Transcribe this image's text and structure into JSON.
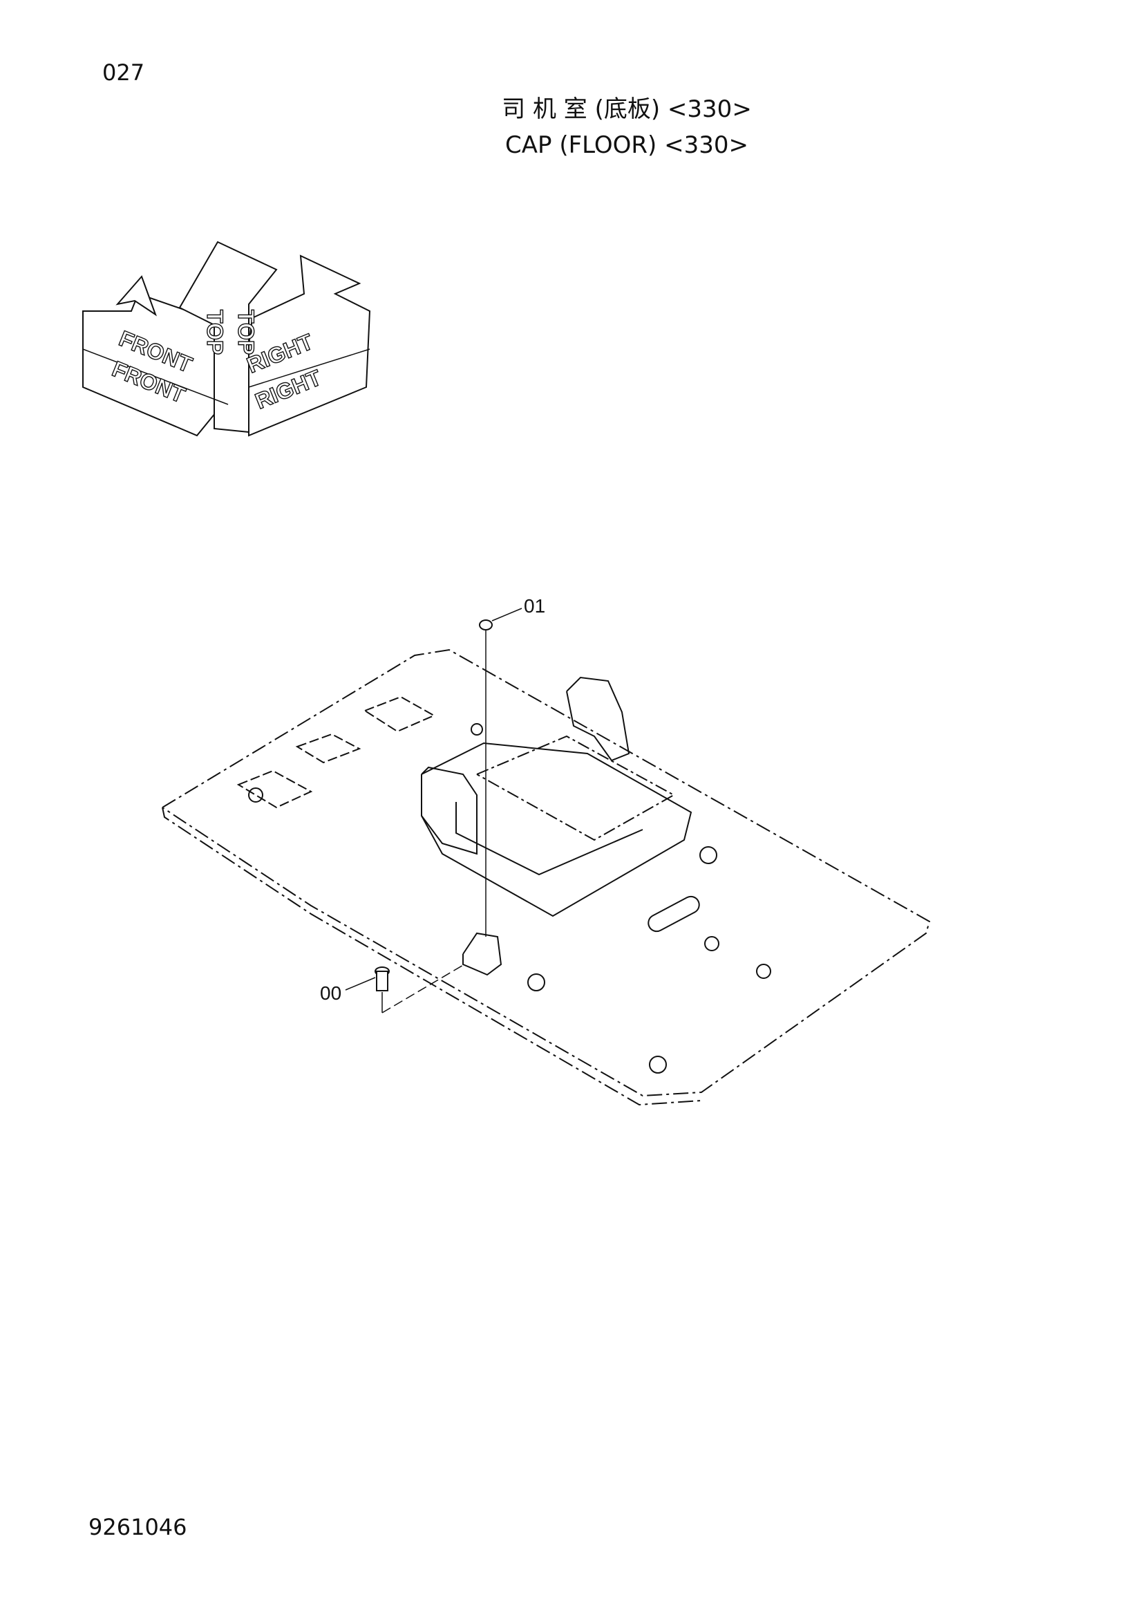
{
  "header": {
    "page_number": "027",
    "title_cn": "司 机 室 (底板) <330>",
    "title_en": "CAP  (FLOOR)  <330>"
  },
  "orientation_icon": {
    "labels": {
      "front_top": "FRONT",
      "front_bottom": "FRONT",
      "top_left": "TOP",
      "top_right": "TOP",
      "right_top": "RIGHT",
      "right_bottom": "RIGHT"
    }
  },
  "diagram": {
    "callouts": [
      "01",
      "00"
    ]
  },
  "footer": {
    "doc_code": "9261046"
  }
}
